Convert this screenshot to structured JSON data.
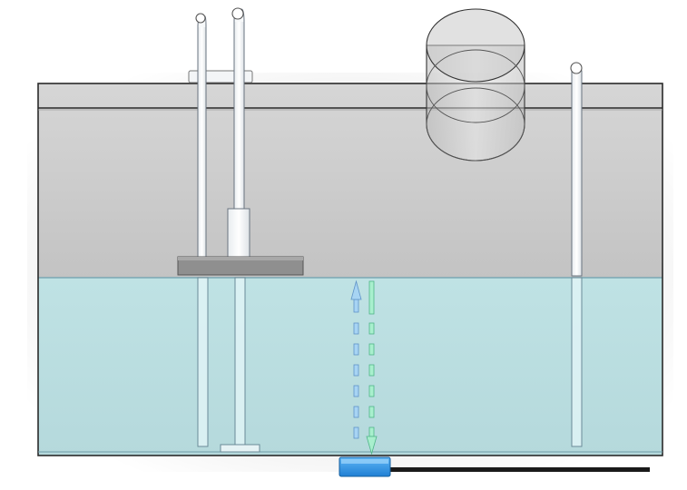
{
  "diagram": {
    "colors": {
      "background": "#ffffff",
      "tank_air": "#c9c9c9",
      "tank_water": "#bfe0e2",
      "tank_outline": "#2a2a2a",
      "pipe_fill": "#f4f6f8",
      "pipe_stroke": "#6a7480",
      "float_disc": "#8f8f8f",
      "flow_up": "#8fc6ee",
      "flow_down": "#8fe6bf",
      "outlet_fitting": "#2f8fe0",
      "drain_pipe": "#1a1a1a"
    },
    "components": {
      "tank": "tank",
      "water": "water",
      "float_assembly": "float-assembly",
      "right_pipe": "vent-pipe",
      "cylinder": "cylinder",
      "flow_indicator": "flow-arrows",
      "outlet": "outlet-fitting",
      "drain": "drain-pipe"
    }
  }
}
